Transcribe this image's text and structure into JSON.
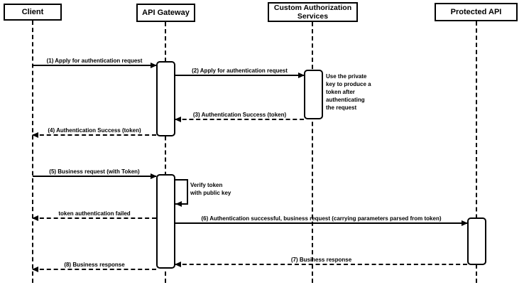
{
  "diagram": {
    "type": "sequence-diagram",
    "colors": {
      "line": "#000000",
      "fill": "#ffffff",
      "background": "#ffffff",
      "text": "#000000"
    }
  },
  "participants": [
    {
      "id": "client",
      "label": "Client"
    },
    {
      "id": "api-gateway",
      "label": "API Gateway"
    },
    {
      "id": "custom-authorization-services",
      "label": "Custom Authorization\nServices"
    },
    {
      "id": "protected-api",
      "label": "Protected API"
    }
  ],
  "messages": [
    {
      "num": "1",
      "label": "(1) Apply for authentication request",
      "from": "Client",
      "to": "API Gateway",
      "style": "solid",
      "direction": "right"
    },
    {
      "num": "2",
      "label": "(2) Apply for authentication request",
      "from": "API Gateway",
      "to": "Custom Authorization Services",
      "style": "solid",
      "direction": "right"
    },
    {
      "num": "3",
      "label": "(3) Authentication Success (token)",
      "from": "Custom Authorization Services",
      "to": "API Gateway",
      "style": "dashed",
      "direction": "left"
    },
    {
      "num": "4",
      "label": "(4) Authentication Success (token)",
      "from": "API Gateway",
      "to": "Client",
      "style": "dashed",
      "direction": "left"
    },
    {
      "num": "5",
      "label": "(5) Business request (with Token)",
      "from": "Client",
      "to": "API Gateway",
      "style": "solid",
      "direction": "right"
    },
    {
      "num": "",
      "label": "token authentication failed",
      "from": "API Gateway",
      "to": "Client",
      "style": "dashed",
      "direction": "left"
    },
    {
      "num": "6",
      "label": "(6) Authentication successful, business request (carrying parameters parsed from token)",
      "from": "API Gateway",
      "to": "Protected API",
      "style": "solid",
      "direction": "right"
    },
    {
      "num": "7",
      "label": "(7) Business response",
      "from": "Protected API",
      "to": "API Gateway",
      "style": "dashed",
      "direction": "left"
    },
    {
      "num": "8",
      "label": "(8) Business response",
      "from": "API Gateway",
      "to": "Client",
      "style": "dashed",
      "direction": "left"
    }
  ],
  "self_message": {
    "label": "Verify token\nwith public key",
    "on": "API Gateway",
    "style": "solid"
  },
  "note": {
    "text": "Use the private\nkey to produce a\ntoken after\nauthenticating\nthe request",
    "attached_to": "Custom Authorization Services"
  }
}
